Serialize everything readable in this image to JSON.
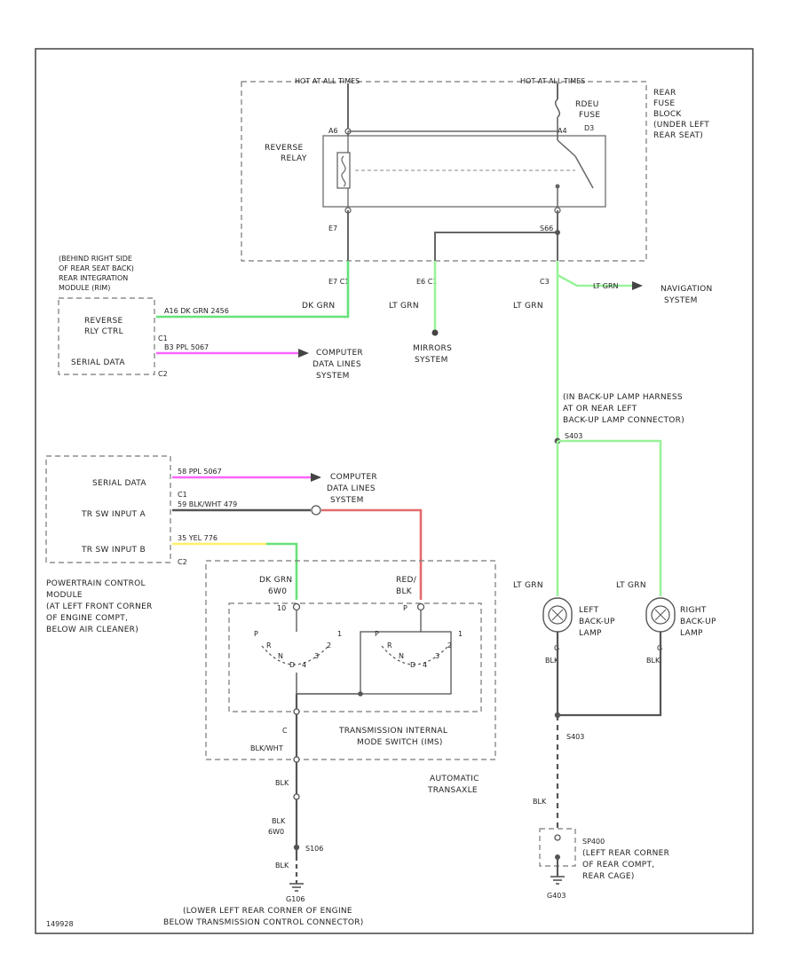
{
  "colors": {
    "dk_grn": "#66e27a",
    "lt_grn": "#9af29a",
    "ppl": "#ff66ff",
    "red_blk": "#e46a6a",
    "yel": "#fff06a",
    "gray": "#666666"
  },
  "fuse_block": {
    "hot_left": "HOT AT ALL TIMES",
    "hot_right": "HOT AT ALL TIMES",
    "fuse": [
      "RDEU",
      "FUSE"
    ],
    "fuse_pin": "D3",
    "relay": [
      "REVERSE",
      "RELAY"
    ],
    "relay_pin_top": "A6",
    "relay_pin_top_r": "A4",
    "pin_87": "E7",
    "splice": "S66",
    "location": [
      "REAR",
      "FUSE",
      "BLOCK",
      "(UNDER LEFT",
      "REAR SEAT)"
    ]
  },
  "connectors": {
    "c1_left": "E7  C1",
    "c1_mid": "E6  C1",
    "c3": "C3"
  },
  "wire_labels": {
    "dk_grn": "DK GRN",
    "lt_grn_left": "LT GRN",
    "lt_grn_right": "LT GRN",
    "lt_grn_nav": "LT GRN",
    "mirrors": [
      "MIRRORS",
      "SYSTEM"
    ],
    "navigation": [
      "NAVIGATION",
      "SYSTEM"
    ]
  },
  "rim": {
    "location": [
      "(BEHIND RIGHT SIDE",
      "OF REAR SEAT BACK)",
      "REAR INTEGRATION",
      "MODULE (RIM)"
    ],
    "reverse_ctrl": [
      "REVERSE",
      "RLY CTRL"
    ],
    "serial": "SERIAL DATA",
    "c1": "C1",
    "c2": "C2",
    "w1": "A16  DK GRN    2456",
    "w2": "B3    PPL       5067"
  },
  "computer_top": [
    "COMPUTER",
    "DATA LINES",
    "SYSTEM"
  ],
  "pcm": {
    "serial": "SERIAL DATA",
    "trs_a": "TR SW INPUT A",
    "trs_b": "TR SW INPUT B",
    "c1": "C1",
    "c2": "C2",
    "w1": "58    PPL      5067",
    "w2": "59    BLK/WHT     479",
    "w3": "35    YEL  776",
    "label": [
      "POWERTRAIN CONTROL",
      "MODULE",
      "(AT LEFT FRONT CORNER",
      "OF ENGINE COMPT,",
      "BELOW AIR CLEANER)"
    ]
  },
  "computer_mid": [
    "COMPUTER",
    "DATA LINES",
    "SYSTEM"
  ],
  "trans": {
    "dkgrn": [
      "DK GRN",
      "6W0"
    ],
    "redblk": [
      "RED/",
      "BLK"
    ],
    "pin_l": "10",
    "pin_r": "P",
    "bottom": "C",
    "blkwht": "BLK/WHT",
    "switch": [
      "TRANSMISSION INTERNAL",
      "MODE SWITCH (IMS)"
    ],
    "trans": [
      "AUTOMATIC",
      "TRANSAXLE"
    ],
    "pos_l": [
      "P",
      "R",
      "N",
      "D",
      "4",
      "3",
      "2",
      "1"
    ],
    "pos_r": [
      "P",
      "R",
      "N",
      "D",
      "4",
      "3",
      "2",
      "1"
    ]
  },
  "ground_left": {
    "blk1": "BLK",
    "blk2": [
      "BLK",
      "6W0"
    ],
    "s": "S106",
    "blk3": "BLK",
    "g": "G106",
    "location": [
      "(LOWER LEFT REAR CORNER OF ENGINE",
      "BELOW TRANSMISSION CONTROL CONNECTOR)"
    ]
  },
  "backup": {
    "harness": [
      "(IN BACK-UP LAMP HARNESS",
      "AT OR NEAR LEFT",
      "BACK-UP LAMP CONNECTOR)"
    ],
    "splice": "S403",
    "lt_grn_l": "LT GRN",
    "lt_grn_r": "LT GRN",
    "left": [
      "LEFT",
      "BACK-UP",
      "LAMP"
    ],
    "right": [
      "RIGHT",
      "BACK-UP",
      "LAMP"
    ],
    "blk_l": "BLK",
    "blk_r": "BLK",
    "pin_l": "G",
    "pin_r": "G",
    "s_bot": "S403",
    "blk": "BLK",
    "g": "SP400",
    "g_loc": [
      "(LEFT REAR CORNER",
      "OF REAR COMPT,",
      "REAR CAGE)"
    ],
    "g_name": "G403"
  },
  "footer": "149928"
}
